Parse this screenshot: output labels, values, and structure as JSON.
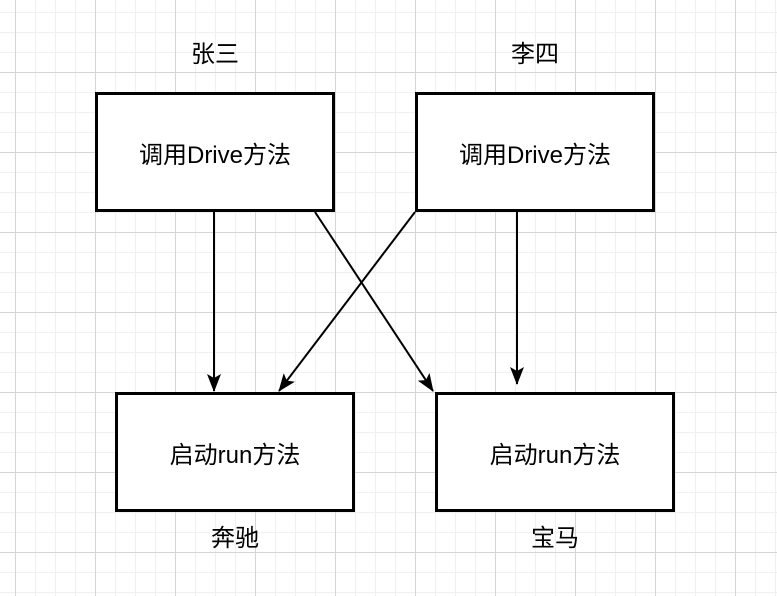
{
  "canvas": {
    "background_color": "#ffffff",
    "grid_minor_color": "#f0f0f0",
    "grid_major_color": "#d5d5d5",
    "line_color": "#000000"
  },
  "nodes": {
    "zhangsan": {
      "title": "张三",
      "body": "调用Drive方法"
    },
    "lisi": {
      "title": "李四",
      "body": "调用Drive方法"
    },
    "benchi": {
      "body": "启动run方法",
      "caption": "奔驰"
    },
    "baoma": {
      "body": "启动run方法",
      "caption": "宝马"
    }
  },
  "connections": [
    {
      "from": "张三",
      "to": "奔驰",
      "style": "solid-arrow"
    },
    {
      "from": "张三",
      "to": "宝马",
      "style": "solid-arrow"
    },
    {
      "from": "李四",
      "to": "奔驰",
      "style": "solid-arrow"
    },
    {
      "from": "李四",
      "to": "宝马",
      "style": "solid-arrow"
    }
  ]
}
